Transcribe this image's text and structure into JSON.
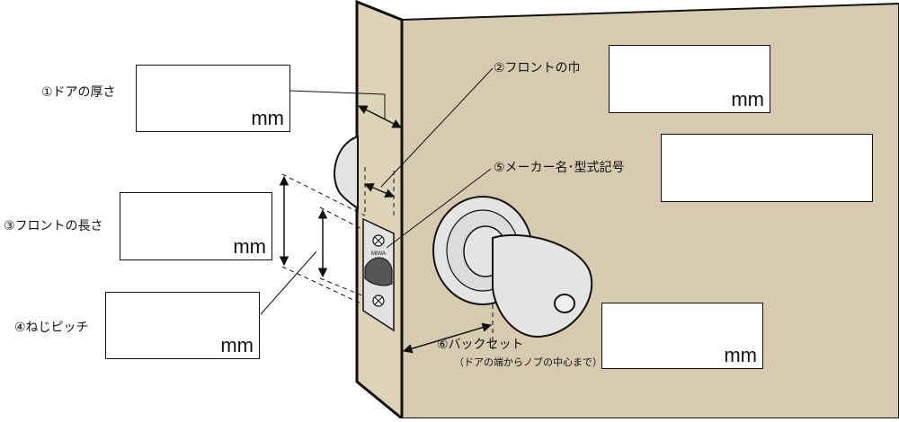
{
  "labels": {
    "door_thickness": "①ドアの厚さ",
    "front_width": "②フロントの巾",
    "front_length": "③フロントの長さ",
    "screw_pitch": "④ねじピッチ",
    "maker_model": "⑤メーカー名･型式記号",
    "backset": "⑥バックセット",
    "backset_note": "（ドアの端からノブの中心まで）"
  },
  "unit": "mm",
  "plate_brand": "MIWA",
  "colors": {
    "door": "#d6cbb1",
    "door_edge": "#ddd3b8",
    "knob": "#e4e4e2",
    "outline": "#111111",
    "box_fill": "#ffffff"
  }
}
